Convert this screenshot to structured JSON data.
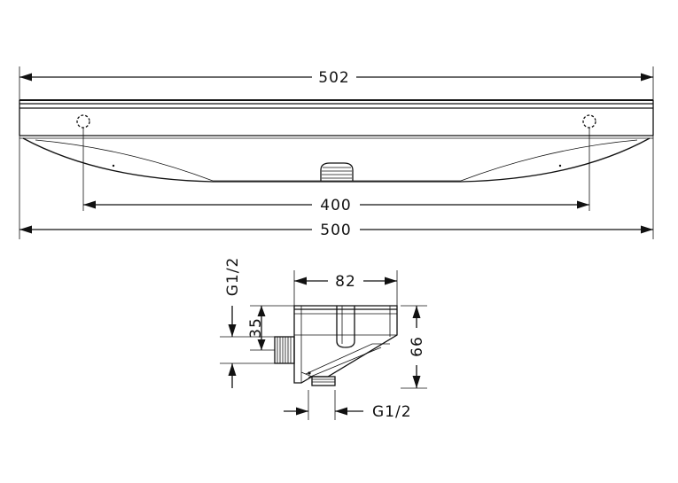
{
  "dimensions": {
    "overall_top": "502",
    "hole_spacing": "400",
    "overall_bottom": "500",
    "side_width": "82",
    "side_height": "66",
    "side_offset": "35",
    "thread_left": "G1/2",
    "thread_bottom": "G1/2"
  }
}
